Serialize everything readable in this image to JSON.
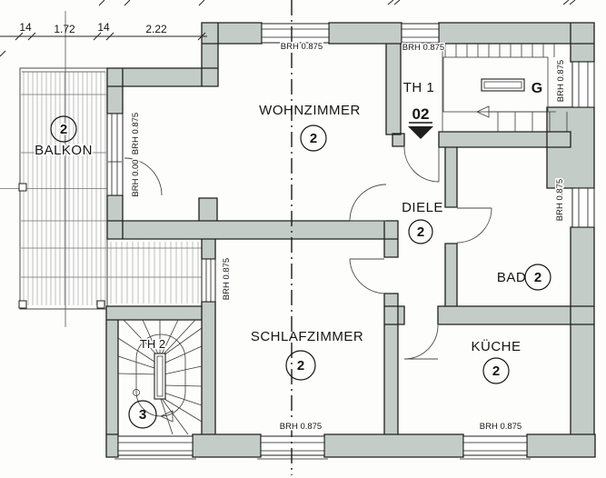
{
  "plan": {
    "scale_dims": {
      "d1": "14",
      "d2": "1.72",
      "d3": "14",
      "d4": "2.22"
    },
    "rooms": {
      "wohnzimmer": {
        "name": "WOHNZIMMER",
        "nr": "2"
      },
      "schlafzimmer": {
        "name": "SCHLAFZIMMER",
        "nr": "2"
      },
      "diele": {
        "name": "DIELE",
        "nr": "2"
      },
      "bad": {
        "name": "BAD",
        "nr": "2"
      },
      "kueche": {
        "name": "KÜCHE",
        "nr": "2"
      },
      "balkon": {
        "name": "BALKON",
        "nr": "2"
      }
    },
    "th1": {
      "label": "TH 1",
      "apartment": "02",
      "g": "G"
    },
    "th2": {
      "label": "TH 2",
      "nr": "3"
    },
    "windows": {
      "wohnzimmer_top": "BRH 0.875",
      "th1_top": "BRH 0.875",
      "stair_right": "BRH 0.875",
      "bad_right": "BRH 0.875",
      "balkon_door_low": "BRH 0.00",
      "balkon_door_high": "BRH 0.875",
      "schlafzimmer_west": "BRH 0.875",
      "schlafzimmer_bottom": "BRH 0.875",
      "kueche_bottom": "BRH 0.875"
    },
    "colors": {
      "wall_fill": "#c3ccc7",
      "line": "#1f1f1f",
      "stair_line": "#3a3a3a",
      "hatch": "#8a8f8c"
    }
  }
}
